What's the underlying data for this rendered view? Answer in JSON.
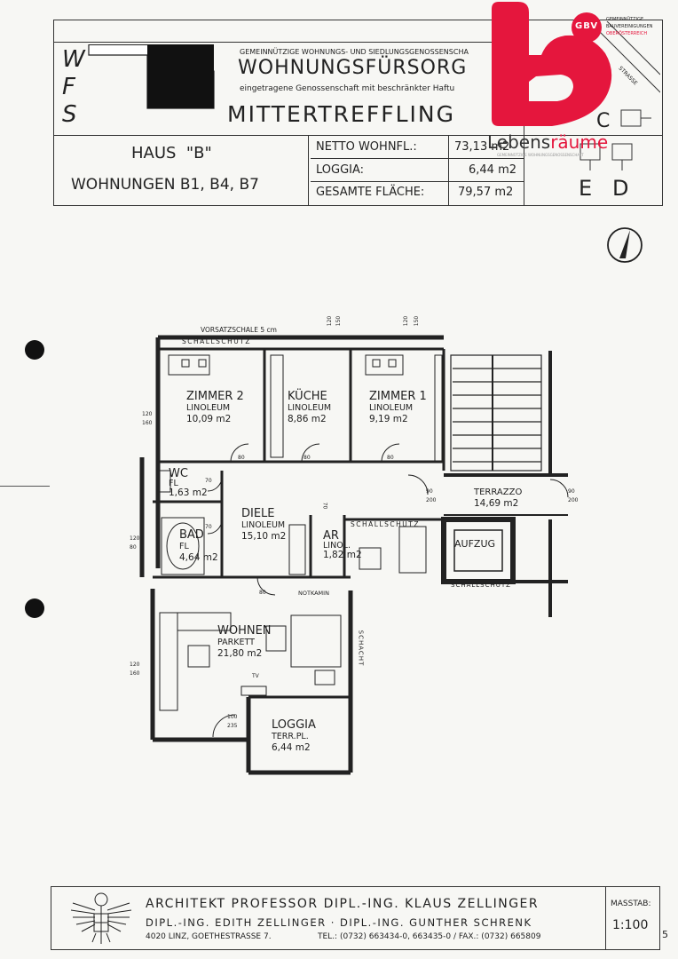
{
  "header": {
    "logo_letters": [
      "W",
      "F",
      "S"
    ],
    "cooperative_line": "GEMEINNÜTZIGE WOHNUNGS- UND SIEDLUNGSGENOSSENSCHA",
    "company": "WOHNUNGSFÜRSORG",
    "registered_line": "eingetragene Genossenschaft mit beschränkter Haftu",
    "project": "MITTERTREFFLING",
    "house": "HAUS  \"B\"",
    "units": "WOHNUNGEN B1, B4, B7",
    "stats": [
      {
        "label": "NETTO WOHNFL.:",
        "value": "73,13 m2"
      },
      {
        "label": "LOGGIA:",
        "value": "6,44 m2"
      },
      {
        "label": "GESAMTE FLÄCHE:",
        "value": "79,57 m2"
      }
    ],
    "keyplan_letters": [
      "C",
      "E",
      "D"
    ],
    "street_label": "STRASSE"
  },
  "brand": {
    "name_a": "Lebens",
    "name_b": "räume",
    "badge_letters": "GBV",
    "badge_line1": "GEMEINNÜTZIGE",
    "badge_line2": "BAUVEREINIGUNGEN",
    "badge_line3": "OBERÖSTERREICH",
    "tagline": "GEMEINNÜTZIGE WOHNUNGSGENOSSENSCHAFT",
    "color": "#e5163d",
    "accent": "#e5163d"
  },
  "plan": {
    "wall_notes": {
      "vorsatz": "VORSATZSCHALE 5 cm",
      "schallschutz_top": "SCHALLSCHUTZ",
      "schallschutz_mid": "SCHALLSCHUTZ",
      "schallschutz_lift": "SCHALLSCHUTZ",
      "schacht": "SCHACHT",
      "notkamin": "NOTKAMIN",
      "tv": "TV"
    },
    "rooms": [
      {
        "name": "ZIMMER 2",
        "material": "LINOLEUM",
        "area": "10,09 m2"
      },
      {
        "name": "KÜCHE",
        "material": "LINOLEUM",
        "area": "8,86 m2"
      },
      {
        "name": "ZIMMER 1",
        "material": "LINOLEUM",
        "area": "9,19 m2"
      },
      {
        "name": "WC",
        "material": "FL",
        "area": "1,63 m2"
      },
      {
        "name": "DIELE",
        "material": "LINOLEUM",
        "area": "15,10 m2"
      },
      {
        "name": "AR",
        "material": "LINOL.",
        "area": "1,82 m2"
      },
      {
        "name": "BAD",
        "material": "FL",
        "area": "4,64 m2"
      },
      {
        "name": "WOHNEN",
        "material": "PARKETT",
        "area": "21,80 m2"
      },
      {
        "name": "LOGGIA",
        "material": "TERR.PL.",
        "area": "6,44 m2"
      },
      {
        "name": "TERRAZZO",
        "material": "",
        "area": "14,69 m2"
      },
      {
        "name": "AUFZUG",
        "material": "",
        "area": ""
      }
    ],
    "dims": {
      "top_a": "120",
      "top_b": "150",
      "top_c": "120",
      "top_d": "150",
      "left1_a": "120",
      "left1_b": "160",
      "left2_a": "120",
      "left2_b": "80",
      "left3_a": "120",
      "left3_b": "160",
      "d_z2": "80",
      "d_kue": "80",
      "d_z1": "80",
      "d_wc": "70",
      "d_bad": "70",
      "d_ar": "70",
      "d_diele": "90",
      "d_diele_b": "200",
      "d_wohn": "80",
      "d_log_a": "100",
      "d_log_b": "235",
      "d_ent": "90",
      "d_ent_b": "200"
    }
  },
  "footer": {
    "architect": "ARCHITEKT PROFESSOR DIPL.-ING. KLAUS ZELLINGER",
    "partners": "DIPL.-ING. EDITH ZELLINGER · DIPL.-ING. GUNTHER SCHRENK",
    "address": "4020 LINZ, GOETHESTRASSE 7.",
    "contact": "TEL.: (0732) 663434-0, 663435-0 / FAX.: (0732) 665809",
    "scale_label": "MASSTAB:",
    "scale": "1:100",
    "page": "5"
  }
}
